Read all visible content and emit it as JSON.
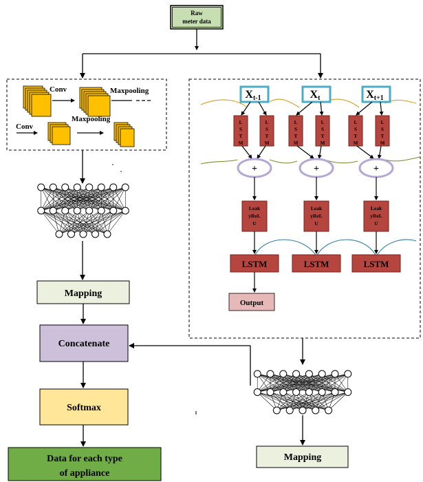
{
  "nodes": {
    "raw": [
      "Raw",
      "meter data"
    ],
    "conv1": "Conv",
    "conv2": "Conv",
    "maxpool1": "Maxpooling",
    "maxpool2": "Maxpooling",
    "mapping_left": "Mapping",
    "mapping_right": "Mapping",
    "concatenate": "Concatenate",
    "softmax": "Softmax",
    "output": "Output",
    "data_out": [
      "Data for each type",
      "of appliance"
    ],
    "lstm_small": [
      "L",
      "S",
      "T",
      "M"
    ],
    "lstm_big": "LSTM",
    "leaky": [
      "Leak",
      "yReL",
      "U"
    ],
    "plus": "+"
  },
  "inputs": [
    {
      "base": "X",
      "sub": "t-1"
    },
    {
      "base": "X",
      "sub": "t"
    },
    {
      "base": "X",
      "sub": "t+1"
    }
  ],
  "colors": {
    "raw_fill": "#C6DEB1",
    "lstm_fill": "#B5453F",
    "lstm_stroke": "#7A1E1A",
    "input_stroke": "#4BACC6",
    "plus_stroke": "#B4A7D6",
    "mapping_fill": "#EBF1DE",
    "concat_fill": "#CCC0DA",
    "softmax_fill": "#FFE699",
    "output_fill": "#E6B8B7",
    "data_fill": "#70AD47",
    "conv_fill": "#FFC000",
    "orange_line": "#D99A1B",
    "olive_line": "#7F8A2E",
    "teal_line": "#2E7FA5"
  }
}
